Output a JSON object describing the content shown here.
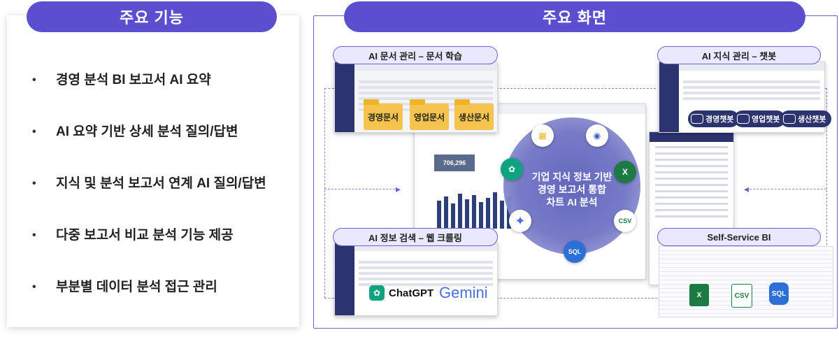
{
  "left": {
    "title": "주요 기능",
    "features": [
      "경영 분석 BI 보고서 AI 요약",
      "AI 요약 기반 상세 분석 질의/답변",
      "지식 및 분석 보고서 연계 AI 질의/답변",
      "다중 보고서 비교 분석 기능 제공",
      "부분별 데이터 분석 접근 관리"
    ]
  },
  "right": {
    "title": "주요 화면",
    "cards": {
      "doc": {
        "label": "AI 문서 관리 – 문서 학습",
        "folders": [
          "경영문서",
          "영업문서",
          "생산문서"
        ]
      },
      "knowledge": {
        "label": "AI 지식 관리 – 챗봇",
        "chatbots": [
          "경영챗봇",
          "영업챗봇",
          "생산챗봇"
        ]
      },
      "search": {
        "label": "AI 정보 검색 – 웹 크롤링",
        "logos": [
          "ChatGPT",
          "Gemini"
        ]
      },
      "bi": {
        "label": "Self-Service BI",
        "files": [
          "CSV",
          "SQL"
        ]
      }
    },
    "center": {
      "lines": [
        "기업 지식 정보 기반",
        "경영 보고서 통합",
        "차트 AI 분석"
      ],
      "kpi": "706,296",
      "icons": [
        "folder-icon",
        "robot-icon",
        "excel-icon",
        "csv-icon",
        "sql-icon",
        "gemini-star-icon",
        "chatgpt-icon"
      ]
    },
    "accent": "#5b4fcf"
  }
}
